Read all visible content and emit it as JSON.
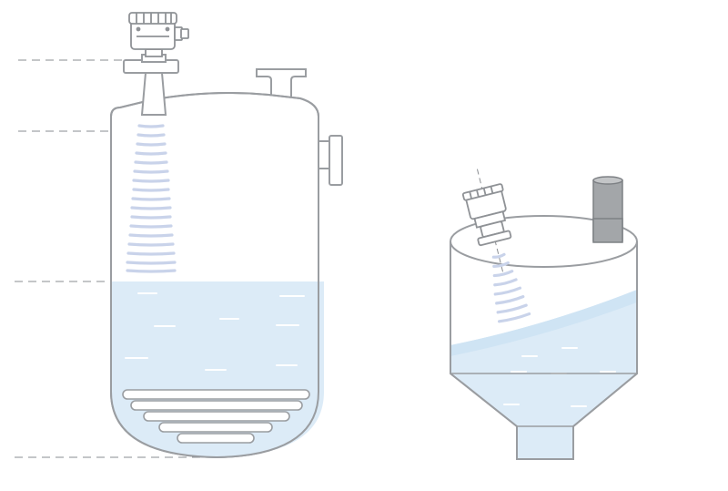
{
  "colors": {
    "background": "#ffffff",
    "outline": "#9a9da1",
    "tank_fill": "#ffffff",
    "liquid": "#dcebf7",
    "liquid_surface": "#cfe4f4",
    "wave": "#c9d3ea",
    "liquid_dash": "#ffffff",
    "guide_line": "#8a8d91",
    "pipe_stub": "#8f9296"
  },
  "icons": {
    "sensor_vertical": "radar-level-transmitter-icon",
    "sensor_tilted": "radar-level-transmitter-icon",
    "coil": "heating-coil-icon",
    "pipe": "pipe-stub-icon"
  },
  "diagrams": [
    {
      "name": "vertical-reactor-tank",
      "liquid_level_fraction": 0.55
    },
    {
      "name": "conical-silo-tank",
      "liquid_level_fraction": 0.45
    }
  ]
}
